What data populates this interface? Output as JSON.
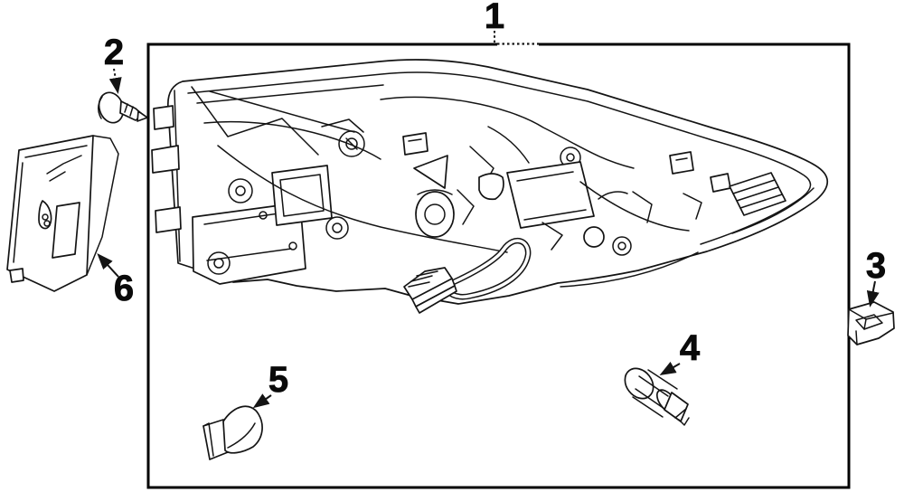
{
  "diagram": {
    "background_color": "#ffffff",
    "line_color": "#141414",
    "callouts": [
      {
        "label": "1",
        "part_icon": "tail-lamp-assembly-icon"
      },
      {
        "label": "2",
        "part_icon": "push-pin-clip-icon"
      },
      {
        "label": "3",
        "part_icon": "bulb-socket-cap-icon"
      },
      {
        "label": "4",
        "part_icon": "wedge-bulb-icon"
      },
      {
        "label": "5",
        "part_icon": "wedge-bulb-icon"
      },
      {
        "label": "6",
        "part_icon": "mounting-bracket-icon"
      }
    ]
  }
}
